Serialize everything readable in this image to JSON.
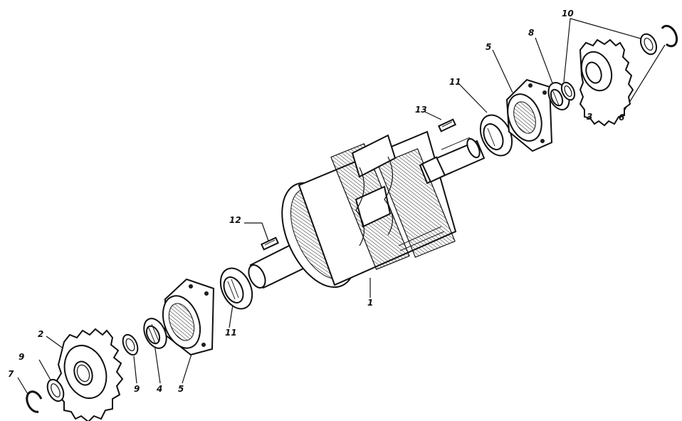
{
  "labels": {
    "l1": "1",
    "l2": "2",
    "l3": "3",
    "l4": "4",
    "l5_left": "5",
    "l5_right": "5",
    "l6": "6",
    "l7": "7",
    "l8": "8",
    "l9_left": "9",
    "l9_right": "9",
    "l10": "10",
    "l11_left": "11",
    "l11_right": "11",
    "l12": "12",
    "l13": "13"
  }
}
